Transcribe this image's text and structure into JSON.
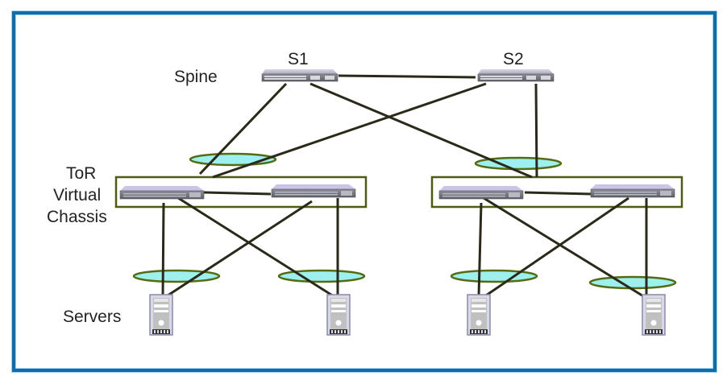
{
  "diagram": {
    "labels": {
      "spine": "Spine",
      "tor_line1": "ToR",
      "tor_line2": "Virtual",
      "tor_line3": "Chassis",
      "servers": "Servers"
    },
    "spine_switches": [
      {
        "id": "S1",
        "label": "S1"
      },
      {
        "id": "S2",
        "label": "S2"
      }
    ],
    "virtual_chassis": [
      {
        "id": "vc-left",
        "members": [
          "tor-1a",
          "tor-1b"
        ]
      },
      {
        "id": "vc-right",
        "members": [
          "tor-2a",
          "tor-2b"
        ]
      }
    ],
    "tor_switches": [
      {
        "id": "tor-1a"
      },
      {
        "id": "tor-1b"
      },
      {
        "id": "tor-2a"
      },
      {
        "id": "tor-2b"
      }
    ],
    "servers": [
      {
        "id": "srv-1"
      },
      {
        "id": "srv-2"
      },
      {
        "id": "srv-3"
      },
      {
        "id": "srv-4"
      }
    ],
    "links": [
      {
        "from": "S1",
        "to": "S2"
      },
      {
        "from": "S1",
        "to": "vc-left"
      },
      {
        "from": "S2",
        "to": "vc-left"
      },
      {
        "from": "S1",
        "to": "vc-right"
      },
      {
        "from": "S2",
        "to": "vc-right"
      },
      {
        "from": "tor-1a",
        "to": "tor-1b"
      },
      {
        "from": "tor-2a",
        "to": "tor-2b"
      },
      {
        "from": "tor-1a",
        "to": "srv-1"
      },
      {
        "from": "tor-1b",
        "to": "srv-1"
      },
      {
        "from": "tor-1a",
        "to": "srv-2"
      },
      {
        "from": "tor-1b",
        "to": "srv-2"
      },
      {
        "from": "tor-2a",
        "to": "srv-3"
      },
      {
        "from": "tor-2b",
        "to": "srv-3"
      },
      {
        "from": "tor-2a",
        "to": "srv-4"
      },
      {
        "from": "tor-2b",
        "to": "srv-4"
      }
    ],
    "lag_groups": [
      "lag-vc-left-uplink",
      "lag-vc-right-uplink",
      "lag-srv-1",
      "lag-srv-2",
      "lag-srv-3",
      "lag-srv-4"
    ],
    "colors": {
      "frame": "#136ca6",
      "lag_fill": "#9ef0f0",
      "lag_stroke": "#556b10",
      "vc_box": "#4f5a16",
      "link": "#2b2a1a"
    }
  }
}
